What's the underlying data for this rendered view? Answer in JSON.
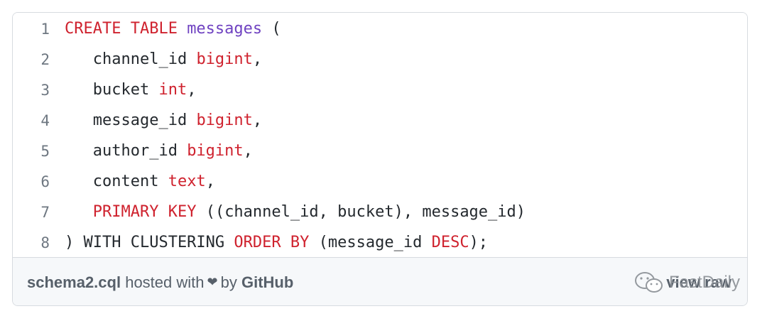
{
  "code": {
    "lines": [
      {
        "n": "1",
        "parts": [
          {
            "t": "CREATE TABLE ",
            "c": "kw"
          },
          {
            "t": "messages",
            "c": "ent"
          },
          {
            "t": " (",
            "c": ""
          }
        ]
      },
      {
        "n": "2",
        "parts": [
          {
            "t": "   channel_id ",
            "c": ""
          },
          {
            "t": "bigint",
            "c": "kw"
          },
          {
            "t": ",",
            "c": ""
          }
        ]
      },
      {
        "n": "3",
        "parts": [
          {
            "t": "   bucket ",
            "c": ""
          },
          {
            "t": "int",
            "c": "kw"
          },
          {
            "t": ",",
            "c": ""
          }
        ]
      },
      {
        "n": "4",
        "parts": [
          {
            "t": "   message_id ",
            "c": ""
          },
          {
            "t": "bigint",
            "c": "kw"
          },
          {
            "t": ",",
            "c": ""
          }
        ]
      },
      {
        "n": "5",
        "parts": [
          {
            "t": "   author_id ",
            "c": ""
          },
          {
            "t": "bigint",
            "c": "kw"
          },
          {
            "t": ",",
            "c": ""
          }
        ]
      },
      {
        "n": "6",
        "parts": [
          {
            "t": "   content ",
            "c": ""
          },
          {
            "t": "text",
            "c": "kw"
          },
          {
            "t": ",",
            "c": ""
          }
        ]
      },
      {
        "n": "7",
        "parts": [
          {
            "t": "   ",
            "c": ""
          },
          {
            "t": "PRIMARY KEY",
            "c": "kw"
          },
          {
            "t": " ((channel_id, bucket), message_id)",
            "c": ""
          }
        ]
      },
      {
        "n": "8",
        "parts": [
          {
            "t": ") WITH CLUSTERING ",
            "c": ""
          },
          {
            "t": "ORDER BY",
            "c": "kw"
          },
          {
            "t": " (message_id ",
            "c": ""
          },
          {
            "t": "DESC",
            "c": "kw"
          },
          {
            "t": ");",
            "c": ""
          }
        ]
      }
    ]
  },
  "footer": {
    "filename": "schema2.cql",
    "hosted_with": "hosted with",
    "heart": "❤",
    "by": "by",
    "github": "GitHub",
    "view_raw": "view raw"
  },
  "watermark": {
    "text": "FastDaily",
    "icon": "wechat-icon"
  },
  "colors": {
    "keyword": "#cf222e",
    "entity": "#6f42c1",
    "text": "#24292e",
    "line_number": "#6e7781",
    "footer_bg": "#f6f8fa"
  }
}
